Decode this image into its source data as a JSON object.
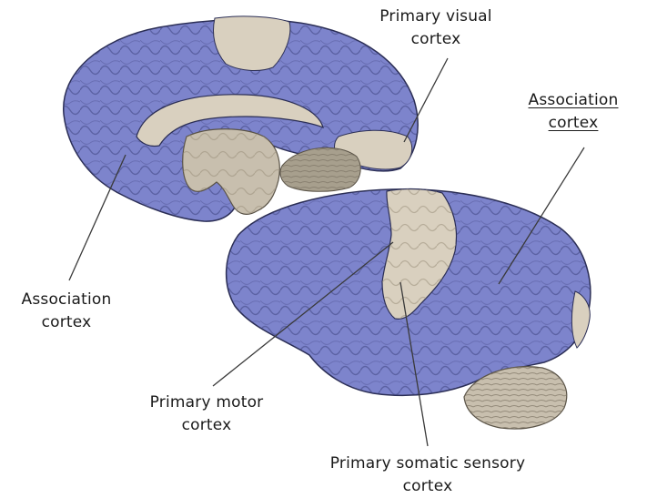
{
  "labels": {
    "primary_visual": {
      "line1": "Primary visual",
      "line2": "cortex"
    },
    "association_right": {
      "line1": "Association",
      "line2": "cortex"
    },
    "association_left": {
      "line1": "Association",
      "line2": "cortex"
    },
    "primary_motor": {
      "line1": "Primary motor",
      "line2": "cortex"
    },
    "primary_somatic_sensory": {
      "line1": "Primary somatic sensory",
      "line2": "cortex"
    }
  },
  "colors": {
    "association_cortex": "#7d84cc",
    "primary_cortex": "#d9d0bf",
    "outline": "#2b2e55",
    "brainstem": "#c8bfae",
    "leader_line": "#3a3a3a"
  }
}
